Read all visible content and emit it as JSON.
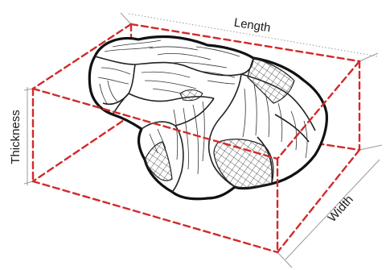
{
  "diagram": {
    "labels": {
      "length": "Length",
      "thickness": "Thickness",
      "width": "Width"
    },
    "colors": {
      "box": "#d22a2a",
      "dimension_lines": "#9a9a9a",
      "outline": "#111111"
    }
  }
}
